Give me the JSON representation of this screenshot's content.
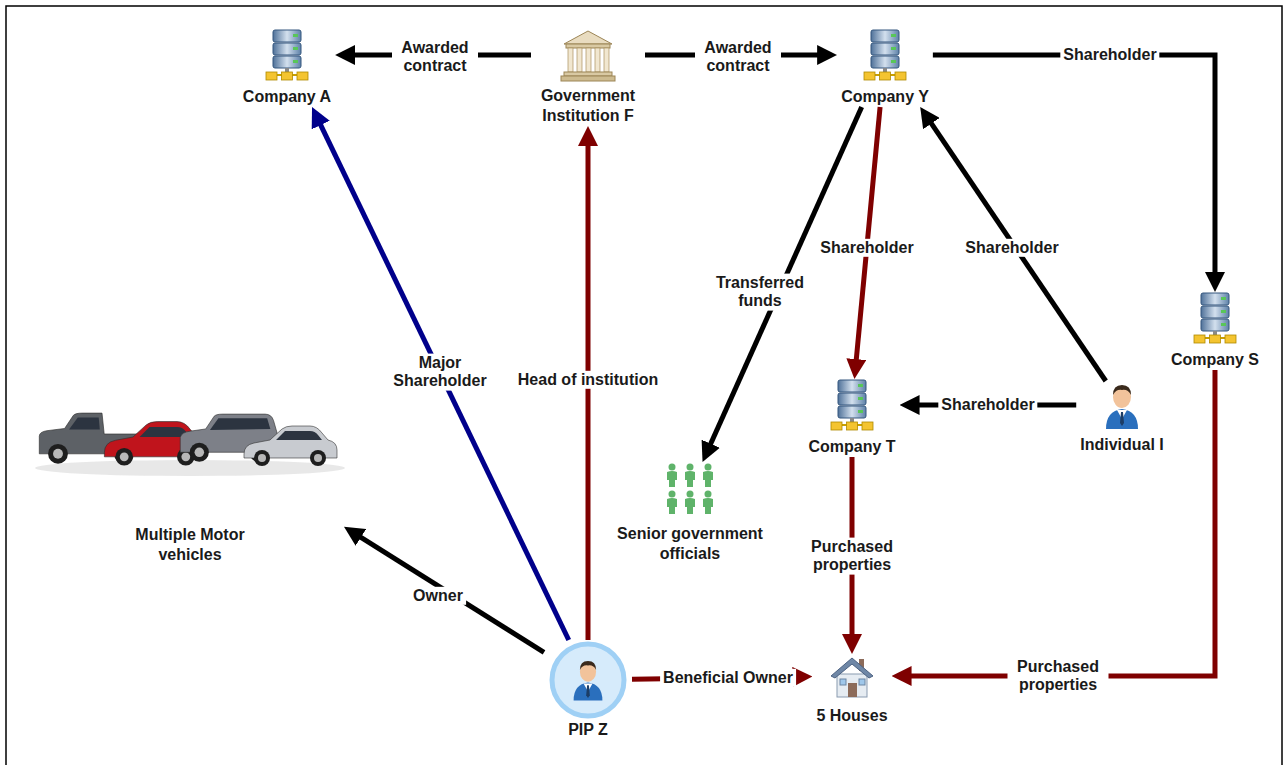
{
  "diagram": {
    "nodes": [
      {
        "text": [
          "Company A"
        ]
      },
      {
        "text": [
          "Government Institution F"
        ]
      },
      {
        "text": [
          "Company Y"
        ]
      },
      {
        "text": [
          "Company S"
        ]
      },
      {
        "text": [
          "Company T"
        ]
      },
      {
        "text": [
          "Individual I"
        ]
      },
      {
        "text": [
          "Multiple Motor vehicles"
        ]
      },
      {
        "text": [
          "Senior government officials"
        ]
      },
      {
        "text": [
          "5 Houses"
        ]
      },
      {
        "text": [
          "PIP Z"
        ]
      }
    ],
    "edges": [
      {
        "from": 1,
        "to": 0,
        "label": "Awarded contract",
        "arrow": "to"
      },
      {
        "from": 1,
        "to": 2,
        "label": "Awarded contract",
        "arrow": "to"
      },
      {
        "from": 2,
        "to": 3,
        "label": "Shareholder",
        "arrow": "to"
      },
      {
        "from": 2,
        "to": 7,
        "label": "Transferred funds",
        "arrow": "to"
      },
      {
        "from": 2,
        "to": 4,
        "label": "Shareholder",
        "arrow": "to"
      },
      {
        "from": 5,
        "to": 2,
        "label": "Shareholder",
        "arrow": "to"
      },
      {
        "from": 5,
        "to": 4,
        "label": "Shareholder",
        "arrow": "to"
      },
      {
        "from": 4,
        "to": 8,
        "label": "Purchased properties",
        "arrow": "to"
      },
      {
        "from": 3,
        "to": 8,
        "label": "Purchased properties",
        "arrow": "to"
      },
      {
        "from": 9,
        "to": 0,
        "label": "Major Shareholder",
        "arrow": "to"
      },
      {
        "from": 9,
        "to": 1,
        "label": "Head of institution",
        "arrow": "to"
      },
      {
        "from": 9,
        "to": 6,
        "label": "Owner",
        "arrow": "to"
      },
      {
        "from": 9,
        "to": 8,
        "label": "Beneficial Owner",
        "arrow": "to"
      }
    ]
  }
}
